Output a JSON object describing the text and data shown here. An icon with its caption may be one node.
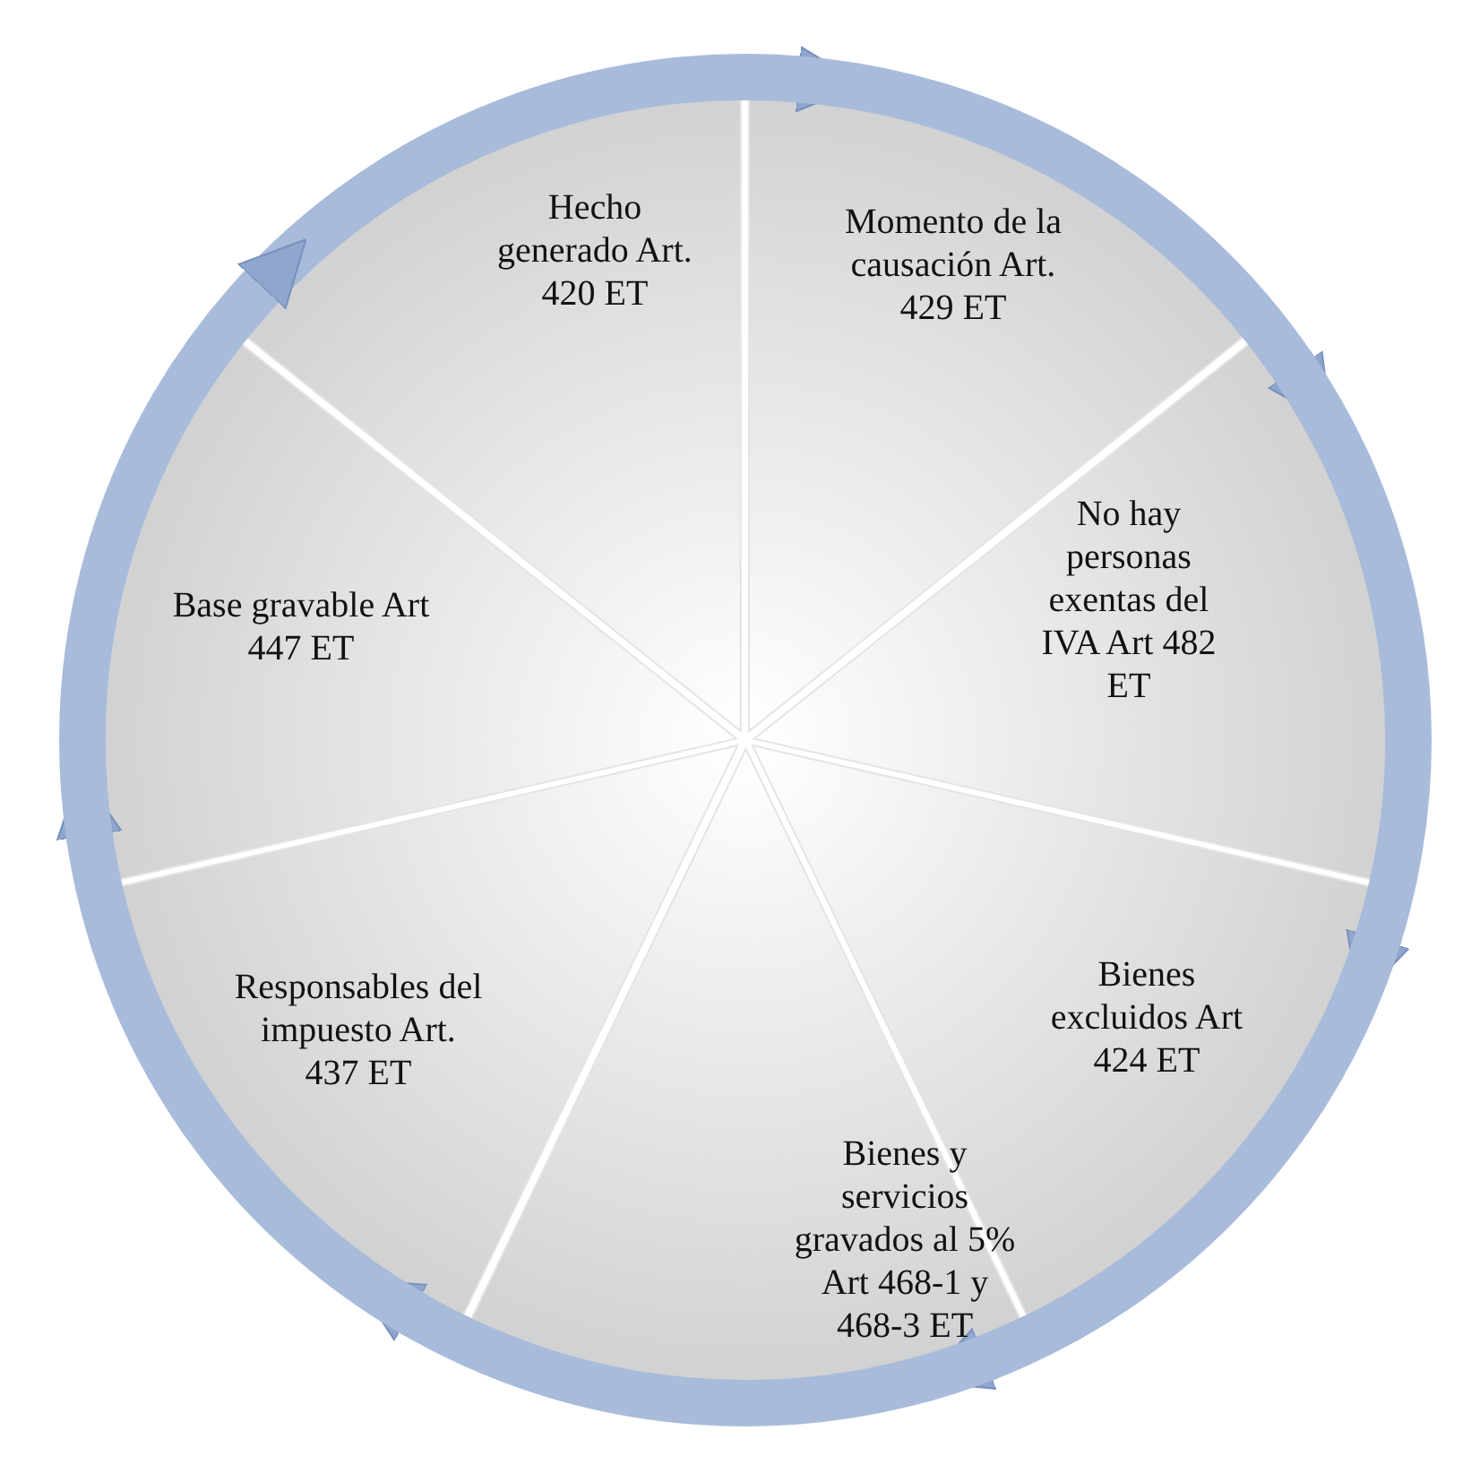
{
  "diagram": {
    "nodes": [
      {
        "text": [
          "Hecho generado Art. 420 ET"
        ]
      },
      {
        "text": [
          "Momento de la causación Art. 429 ET"
        ]
      },
      {
        "text": [
          "No hay personas exentas del IVA Art 482 ET"
        ]
      },
      {
        "text": [
          "Bienes excluidos Art 424 ET"
        ]
      },
      {
        "text": [
          "Bienes y servicios gravados al 5% Art 468-1 y 468-3 ET"
        ]
      },
      {
        "text": [
          "Responsables del impuesto Art. 437 ET"
        ]
      },
      {
        "text": [
          "Base gravable Art 447 ET"
        ]
      }
    ],
    "edges": [
      {
        "from": 0,
        "to": 1,
        "arrow": "to"
      },
      {
        "from": 1,
        "to": 2,
        "arrow": "to"
      },
      {
        "from": 2,
        "to": 3,
        "arrow": "to"
      },
      {
        "from": 3,
        "to": 4,
        "arrow": "to"
      },
      {
        "from": 4,
        "to": 5,
        "arrow": "to"
      },
      {
        "from": 5,
        "to": 6,
        "arrow": "to"
      },
      {
        "from": 6,
        "to": 0,
        "arrow": "to"
      }
    ]
  }
}
